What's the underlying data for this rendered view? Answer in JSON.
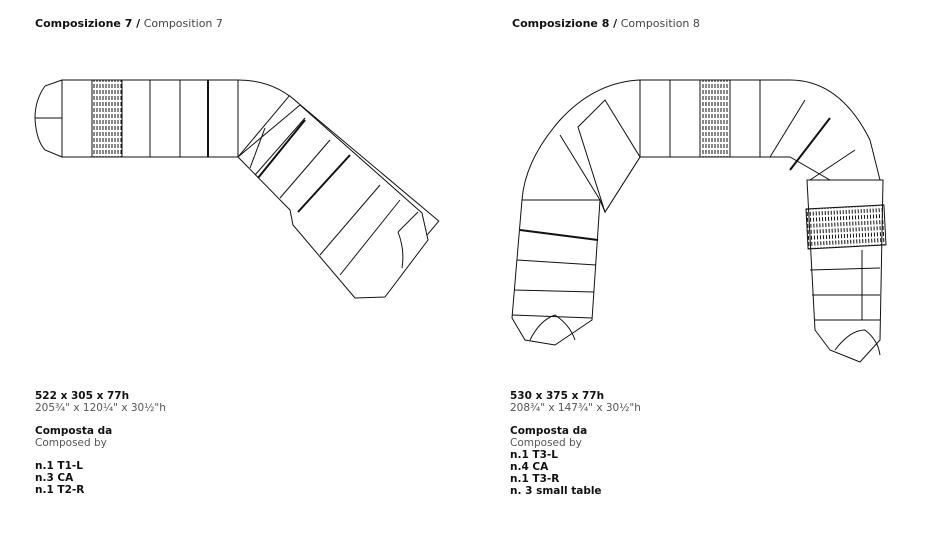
{
  "compositions": [
    {
      "title_it": "Composizione 7 /",
      "title_en": "Composition 7",
      "dims_cm": "522 x 305 x 77h",
      "dims_in": "205¾\" x 120¼\" x 30½\"h",
      "composed_it": "Composta da",
      "composed_en": "Composed by",
      "parts": [
        "n.1 T1-L",
        "n.3 CA",
        "n.1 T2-R"
      ]
    },
    {
      "title_it": "Composizione 8 /",
      "title_en": "Composition 8",
      "dims_cm": "530 x 375 x 77h",
      "dims_in": "208¾\" x 147¾\" x 30½\"h",
      "composed_it": "Composta da",
      "composed_en": "Composed by",
      "parts": [
        "n.1 T3-L",
        "n.4 CA",
        "n.1 T3-R",
        "n. 3 small table"
      ]
    }
  ]
}
